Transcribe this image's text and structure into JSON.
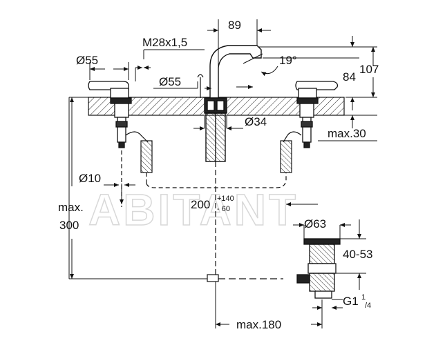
{
  "watermark": "ABITANT",
  "labels": {
    "spout_offset": "89",
    "thread": "M28x1,5",
    "handle_dia_left": "Ø55",
    "spout_angle": "19°",
    "handle_dia_center": "Ø55",
    "spout_height": "84",
    "total_height": "107",
    "hole_dia": "Ø34",
    "max_thickness": "max.30",
    "hose_dia": "Ø10",
    "hose_length": "200",
    "hose_tol_plus": "+140",
    "hose_tol_minus": "- 60",
    "max_left": "max.",
    "max_left_val": "300",
    "drain_dia": "Ø63",
    "drain_range": "40-53",
    "drain_thread": "G1",
    "drain_thread_num": "1",
    "drain_thread_den": "/4",
    "drain_reach": "max.180"
  }
}
